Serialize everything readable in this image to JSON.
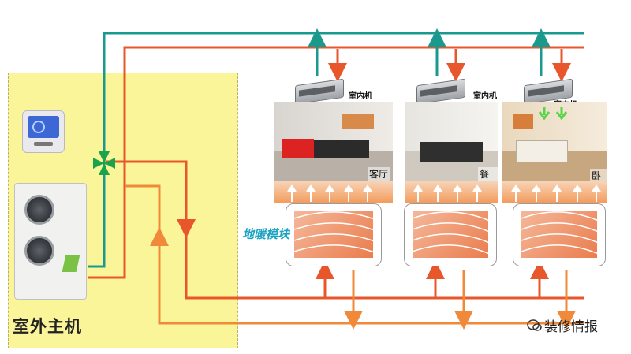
{
  "labels": {
    "outdoor_unit": "室外主机",
    "indoor_unit": "室内机",
    "floor_heating_module": "地暖模块",
    "watermark": "装修情报"
  },
  "rooms": [
    {
      "name": "客厅"
    },
    {
      "name": "餐厅"
    },
    {
      "name": "卧室"
    }
  ],
  "colors": {
    "teal_pipe": "#1a9a8e",
    "supply_pipe": "#e8572b",
    "return_pipe": "#f08a3a",
    "outdoor_zone": "#fbf59a",
    "module_label": "#1aa3c2"
  },
  "icons": [
    "thermostat-icon",
    "valve-icon",
    "wechat-icon"
  ]
}
